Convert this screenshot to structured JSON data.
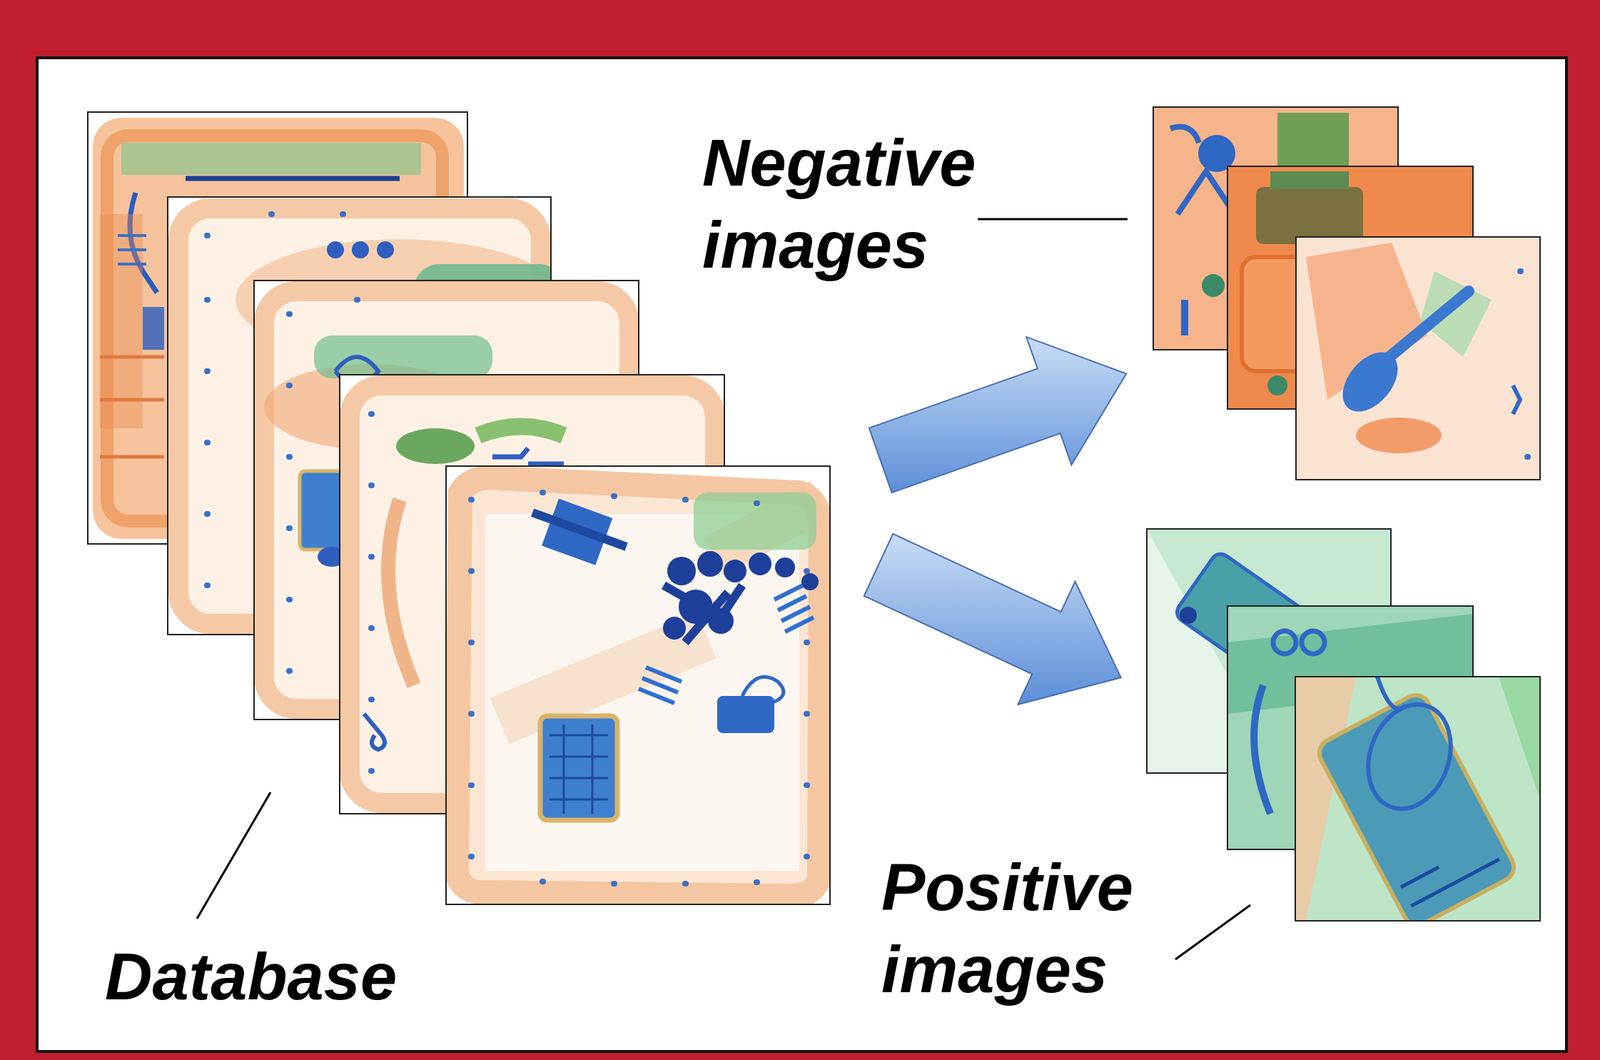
{
  "diagram": {
    "nodes": [
      {
        "text": [
          "Database"
        ]
      },
      {
        "text": [
          "Negative images"
        ]
      },
      {
        "text": [
          "Positive images"
        ]
      }
    ],
    "edges": [
      {
        "from": 0,
        "to": 1,
        "arrow": "to"
      },
      {
        "from": 0,
        "to": 2,
        "arrow": "to"
      }
    ]
  }
}
